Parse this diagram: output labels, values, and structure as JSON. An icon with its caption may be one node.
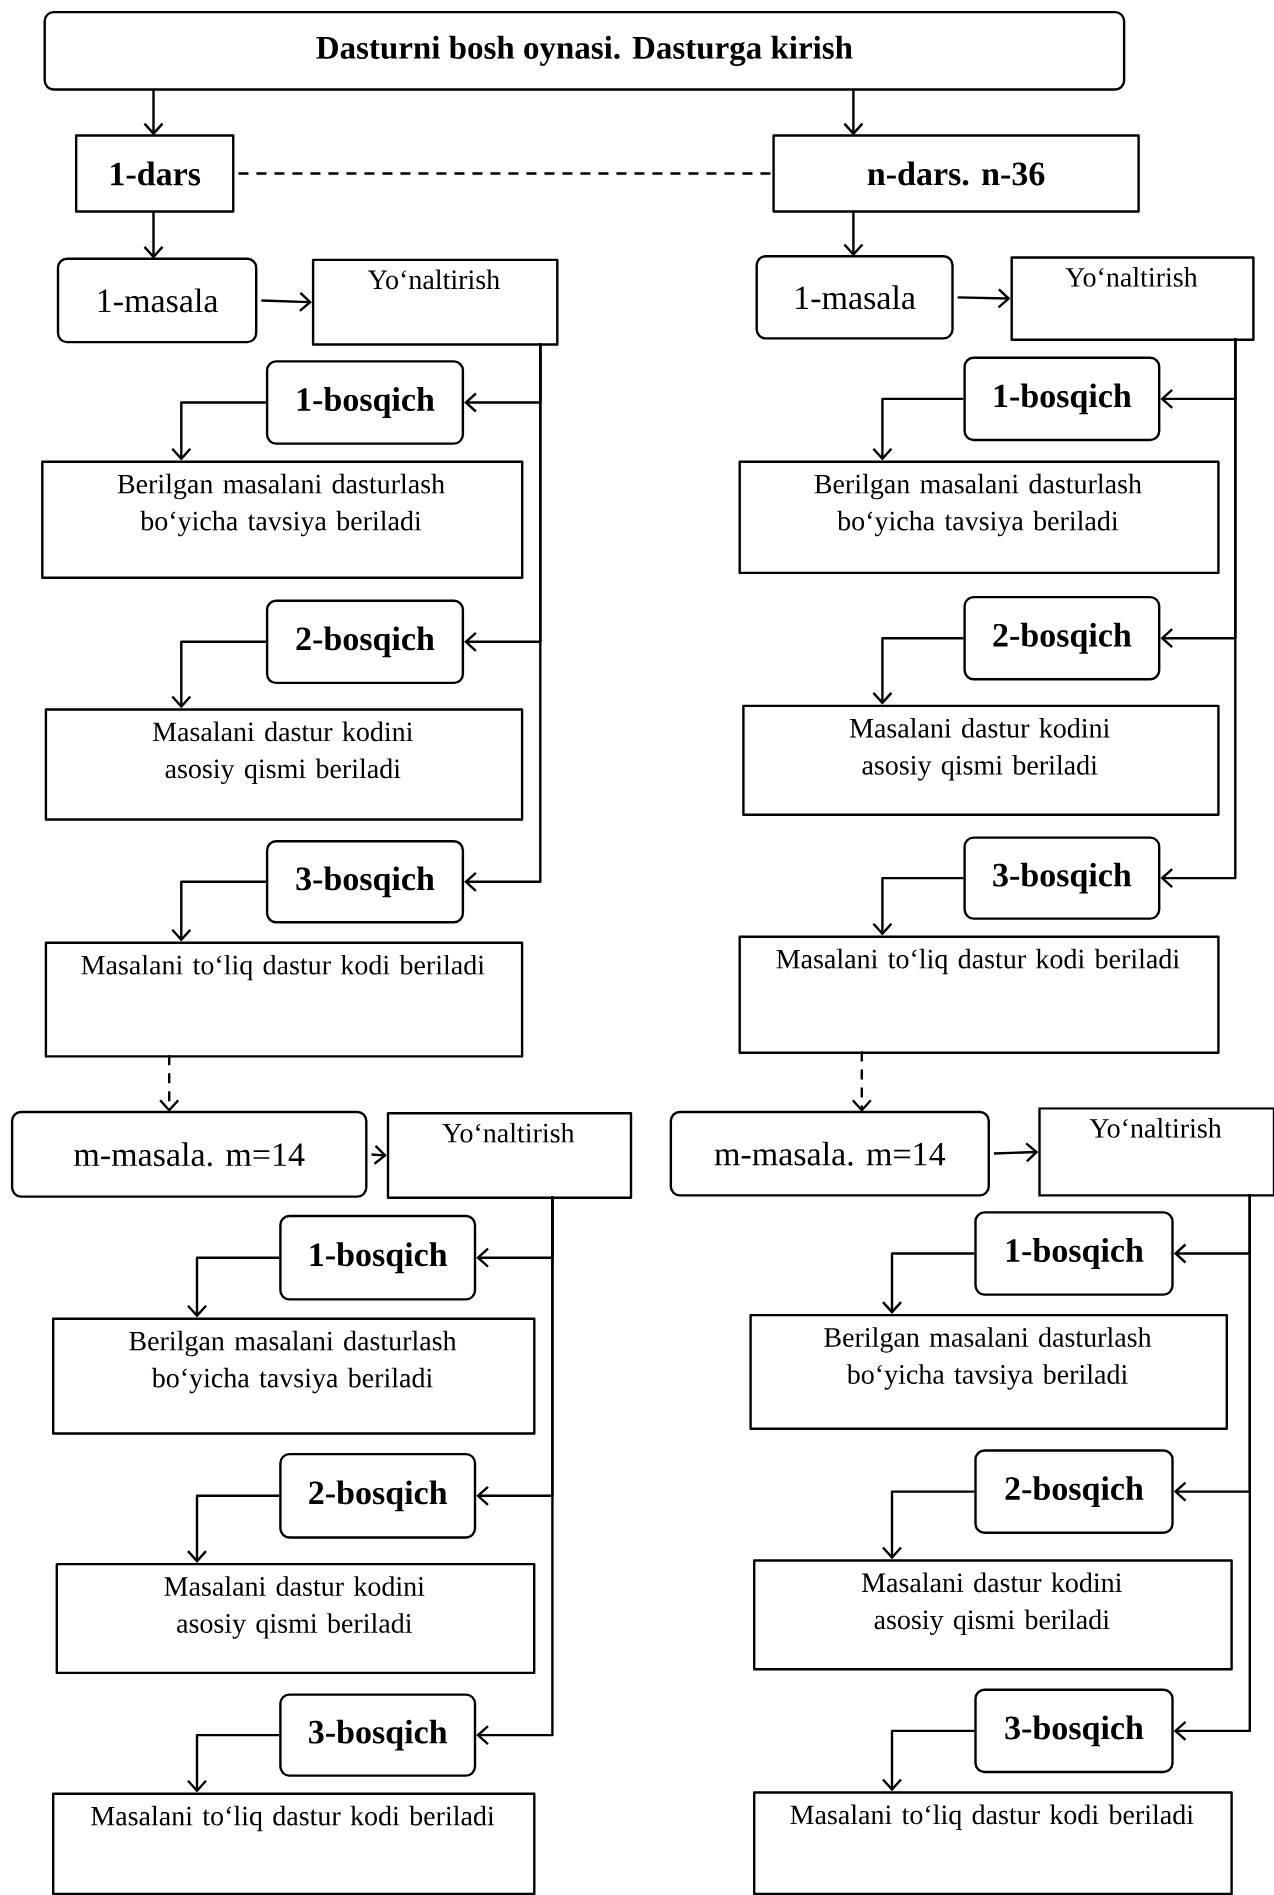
{
  "diagram": {
    "nodes": [
      {
        "text": [
          "Dasturni bosh oynasi. Dasturga kirish"
        ]
      },
      {
        "text": [
          "1-dars"
        ]
      },
      {
        "text": [
          "n-dars. n-36"
        ]
      },
      {
        "text": [
          "1-masala"
        ]
      },
      {
        "text": [
          "Yo‘naltirish"
        ]
      },
      {
        "text": [
          "1-bosqich"
        ]
      },
      {
        "text": [
          "Berilgan masalani dasturlash bo‘yicha tavsiya beriladi"
        ]
      },
      {
        "text": [
          "2-bosqich"
        ]
      },
      {
        "text": [
          "Masalani dastur kodini asosiy qismi beriladi"
        ]
      },
      {
        "text": [
          "3-bosqich"
        ]
      },
      {
        "text": [
          "Masalani to‘liq dastur kodi beriladi"
        ]
      },
      {
        "text": [
          "1-masala"
        ]
      },
      {
        "text": [
          "Yo‘naltirish"
        ]
      },
      {
        "text": [
          "1-bosqich"
        ]
      },
      {
        "text": [
          "Berilgan masalani dasturlash bo‘yicha tavsiya beriladi"
        ]
      },
      {
        "text": [
          "2-bosqich"
        ]
      },
      {
        "text": [
          "Masalani dastur kodini asosiy qismi beriladi"
        ]
      },
      {
        "text": [
          "3-bosqich"
        ]
      },
      {
        "text": [
          "Masalani to‘liq dastur kodi beriladi"
        ]
      },
      {
        "text": [
          "m-masala. m=14"
        ]
      },
      {
        "text": [
          "Yo‘naltirish"
        ]
      },
      {
        "text": [
          "1-bosqich"
        ]
      },
      {
        "text": [
          "Berilgan masalani dasturlash bo‘yicha tavsiya beriladi"
        ]
      },
      {
        "text": [
          "2-bosqich"
        ]
      },
      {
        "text": [
          "Masalani dastur kodini asosiy qismi beriladi"
        ]
      },
      {
        "text": [
          "3-bosqich"
        ]
      },
      {
        "text": [
          "Masalani to‘liq dastur kodi beriladi"
        ]
      },
      {
        "text": [
          "m-masala. m=14"
        ]
      },
      {
        "text": [
          "Yo‘naltirish"
        ]
      },
      {
        "text": [
          "1-bosqich"
        ]
      },
      {
        "text": [
          "Berilgan masalani dasturlash bo‘yicha tavsiya beriladi"
        ]
      },
      {
        "text": [
          "2-bosqich"
        ]
      },
      {
        "text": [
          "Masalani dastur kodini asosiy qismi beriladi"
        ]
      },
      {
        "text": [
          "3-bosqich"
        ]
      },
      {
        "text": [
          "Masalani to‘liq dastur kodi beriladi"
        ]
      }
    ],
    "edges": [
      {
        "from": 0,
        "to": 1,
        "arrow": "to"
      },
      {
        "from": 0,
        "to": 2,
        "arrow": "to"
      },
      {
        "from": 1,
        "to": 2,
        "arrow": "none",
        "style": "dashed"
      },
      {
        "from": 1,
        "to": 3,
        "arrow": "to"
      },
      {
        "from": 3,
        "to": 4,
        "arrow": "to"
      },
      {
        "from": 4,
        "to": 5,
        "arrow": "to"
      },
      {
        "from": 4,
        "to": 7,
        "arrow": "to"
      },
      {
        "from": 4,
        "to": 9,
        "arrow": "to"
      },
      {
        "from": 5,
        "to": 6,
        "arrow": "to"
      },
      {
        "from": 7,
        "to": 8,
        "arrow": "to"
      },
      {
        "from": 9,
        "to": 10,
        "arrow": "to"
      },
      {
        "from": 2,
        "to": 11,
        "arrow": "to"
      },
      {
        "from": 11,
        "to": 12,
        "arrow": "to"
      },
      {
        "from": 12,
        "to": 13,
        "arrow": "to"
      },
      {
        "from": 12,
        "to": 15,
        "arrow": "to"
      },
      {
        "from": 12,
        "to": 17,
        "arrow": "to"
      },
      {
        "from": 13,
        "to": 14,
        "arrow": "to"
      },
      {
        "from": 15,
        "to": 16,
        "arrow": "to"
      },
      {
        "from": 17,
        "to": 18,
        "arrow": "to"
      },
      {
        "from": 10,
        "to": 19,
        "arrow": "to",
        "style": "dashed"
      },
      {
        "from": 19,
        "to": 20,
        "arrow": "to"
      },
      {
        "from": 20,
        "to": 21,
        "arrow": "to"
      },
      {
        "from": 20,
        "to": 23,
        "arrow": "to"
      },
      {
        "from": 20,
        "to": 25,
        "arrow": "to"
      },
      {
        "from": 21,
        "to": 22,
        "arrow": "to"
      },
      {
        "from": 23,
        "to": 24,
        "arrow": "to"
      },
      {
        "from": 25,
        "to": 26,
        "arrow": "to"
      },
      {
        "from": 18,
        "to": 27,
        "arrow": "to",
        "style": "dashed"
      },
      {
        "from": 27,
        "to": 28,
        "arrow": "to"
      },
      {
        "from": 28,
        "to": 29,
        "arrow": "to"
      },
      {
        "from": 28,
        "to": 31,
        "arrow": "to"
      },
      {
        "from": 28,
        "to": 33,
        "arrow": "to"
      },
      {
        "from": 29,
        "to": 30,
        "arrow": "to"
      },
      {
        "from": 31,
        "to": 32,
        "arrow": "to"
      },
      {
        "from": 33,
        "to": 34,
        "arrow": "to"
      }
    ]
  }
}
